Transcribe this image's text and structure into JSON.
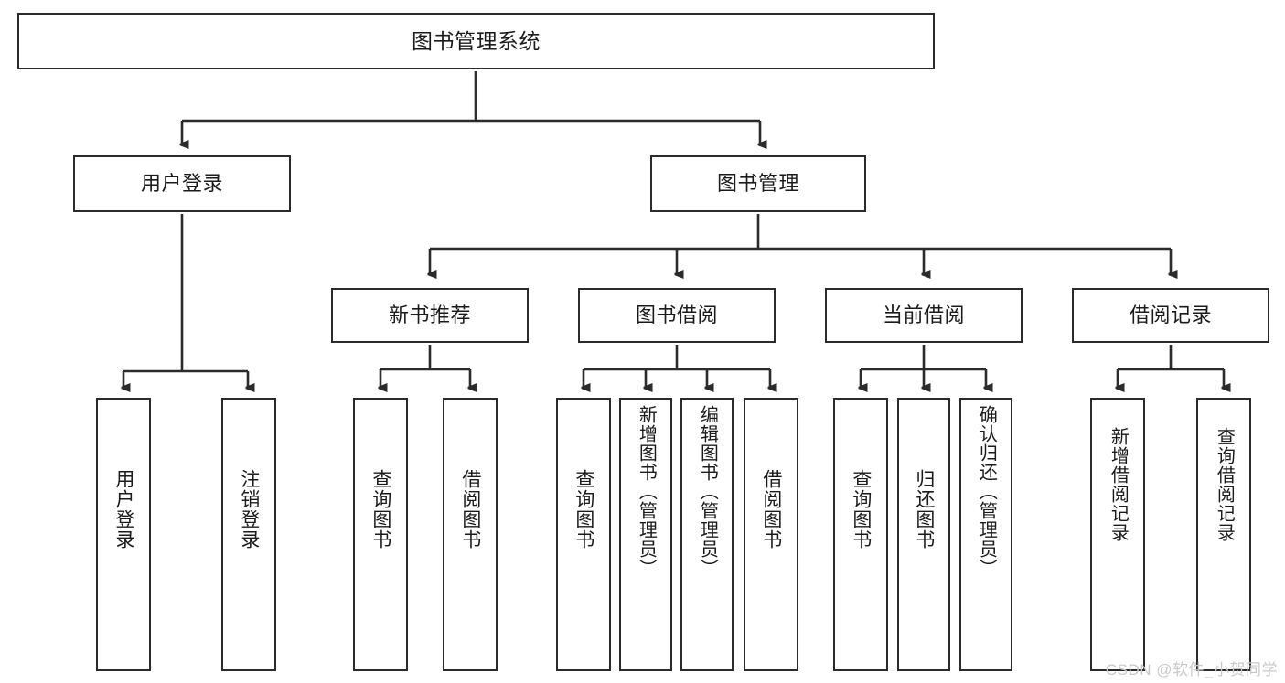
{
  "diagram": {
    "title": "图书管理系统",
    "type": "hierarchy-tree",
    "root": {
      "id": "root",
      "label": "图书管理系统"
    },
    "level2": [
      {
        "id": "user-login",
        "label": "用户登录"
      },
      {
        "id": "book-manage",
        "label": "图书管理"
      }
    ],
    "level3": [
      {
        "id": "new-book-recommend",
        "label": "新书推荐"
      },
      {
        "id": "book-borrow",
        "label": "图书借阅"
      },
      {
        "id": "current-borrow",
        "label": "当前借阅"
      },
      {
        "id": "borrow-record",
        "label": "借阅记录"
      }
    ],
    "leaves": {
      "user_login": [
        {
          "id": "leaf-user-login",
          "label": "用户登录"
        },
        {
          "id": "leaf-user-logout",
          "label": "注销登录"
        }
      ],
      "new_book_recommend": [
        {
          "id": "leaf-query-book-1",
          "label": "查询图书"
        },
        {
          "id": "leaf-borrow-book-1",
          "label": "借阅图书"
        }
      ],
      "book_borrow": [
        {
          "id": "leaf-query-book-2",
          "label": "查询图书"
        },
        {
          "id": "leaf-add-book",
          "label": "新增图书（管理员）"
        },
        {
          "id": "leaf-edit-book",
          "label": "编辑图书（管理员）"
        },
        {
          "id": "leaf-borrow-book-2",
          "label": "借阅图书"
        }
      ],
      "current_borrow": [
        {
          "id": "leaf-query-book-3",
          "label": "查询图书"
        },
        {
          "id": "leaf-return-book",
          "label": "归还图书"
        },
        {
          "id": "leaf-confirm-return",
          "label": "确认归还（管理员）"
        }
      ],
      "borrow_record": [
        {
          "id": "leaf-add-record",
          "label": "新增借阅记录"
        },
        {
          "id": "leaf-query-record",
          "label": "查询借阅记录"
        }
      ]
    }
  },
  "watermark": {
    "text": "CSDN @软件_小贺同学"
  },
  "colors": {
    "border": "#2b2b2b",
    "background": "#ffffff",
    "text": "#1b1b1b",
    "watermark": "#c9c9c9"
  }
}
